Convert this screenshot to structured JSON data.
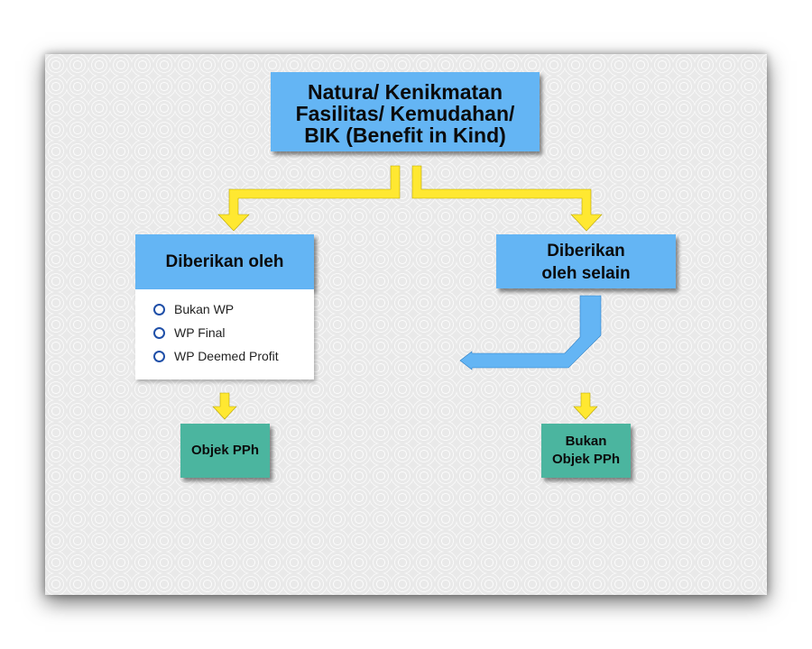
{
  "title": {
    "line1": "Natura/ Kenikmatan",
    "line2": "Fasilitas/ Kemudahan/",
    "line3": "BIK (Benefit in Kind)"
  },
  "left_branch": {
    "label": "Diberikan oleh",
    "options": [
      "Bukan WP",
      "WP Final",
      "WP Deemed Profit"
    ],
    "result": "Objek PPh"
  },
  "right_branch": {
    "label_line1": "Diberikan",
    "label_line2": "oleh selain",
    "result_line1": "Bukan",
    "result_line2": "Objek PPh"
  },
  "colors": {
    "box_blue": "#64b5f4",
    "box_teal": "#4bb59f",
    "arrow_yellow": "#ffe831",
    "arrow_blue": "#64b5f4"
  }
}
